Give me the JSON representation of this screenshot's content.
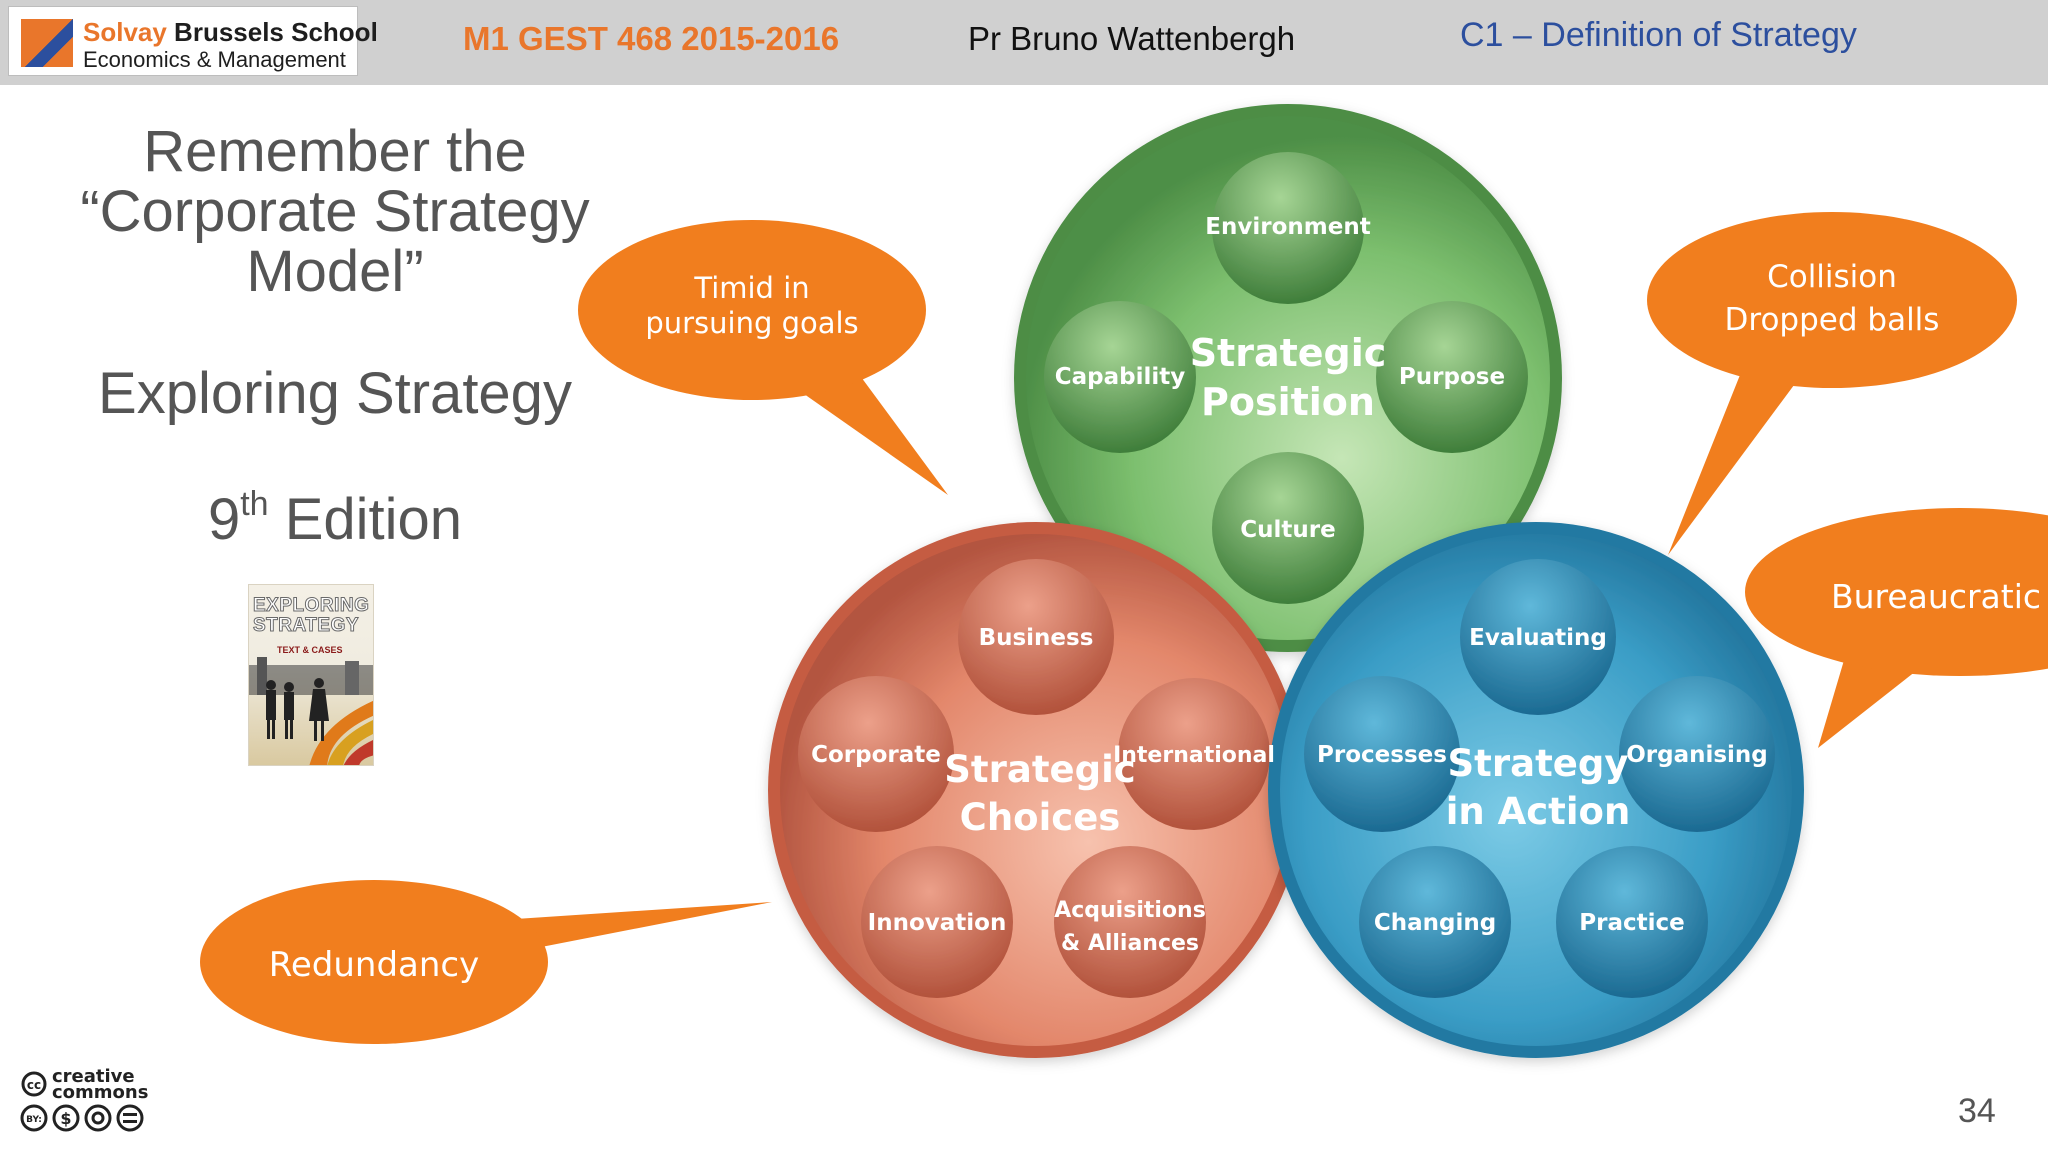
{
  "header": {
    "logo_name": "Solvay",
    "logo_line1_rest": " Brussels School",
    "logo_line2": "Economics & Management",
    "course": "M1 GEST 468  2015-2016",
    "professor": "Pr Bruno Wattenbergh",
    "chapter": "C1 – Definition of Strategy"
  },
  "slide": {
    "title_lines": [
      "Remember the",
      "“Corporate Strategy",
      "Model”"
    ],
    "subtitle": "Exploring Strategy",
    "edition_number": "9",
    "edition_suffix": "th",
    "edition_word": " Edition",
    "book_cover": {
      "line1": "EXPLORING",
      "line2": "STRATEGY",
      "line3": "TEXT & CASES"
    },
    "page_number": "34",
    "cc_label_1": "creative",
    "cc_label_2": "commons"
  },
  "circles": {
    "position": {
      "title_line1": "Strategic",
      "title_line2": "Position",
      "items": [
        "Environment",
        "Capability",
        "Purpose",
        "Culture"
      ],
      "color": "#5fa35a"
    },
    "choices": {
      "title_line1": "Strategic",
      "title_line2": "Choices",
      "items": [
        "Business",
        "Corporate",
        "International",
        "Innovation",
        "Acquisitions",
        "& Alliances"
      ],
      "color": "#d86a52"
    },
    "action": {
      "title_line1": "Strategy",
      "title_line2": "in Action",
      "items": [
        "Evaluating",
        "Processes",
        "Organising",
        "Changing",
        "Practice"
      ],
      "color": "#2a8bb5"
    }
  },
  "bubbles": {
    "timid_line1": "Timid in",
    "timid_line2": "pursuing goals",
    "collision_line1": "Collision",
    "collision_line2": "Dropped balls",
    "bureaucratic": "Bureaucratic",
    "redundancy": "Redundancy",
    "color": "#f17e1e"
  }
}
